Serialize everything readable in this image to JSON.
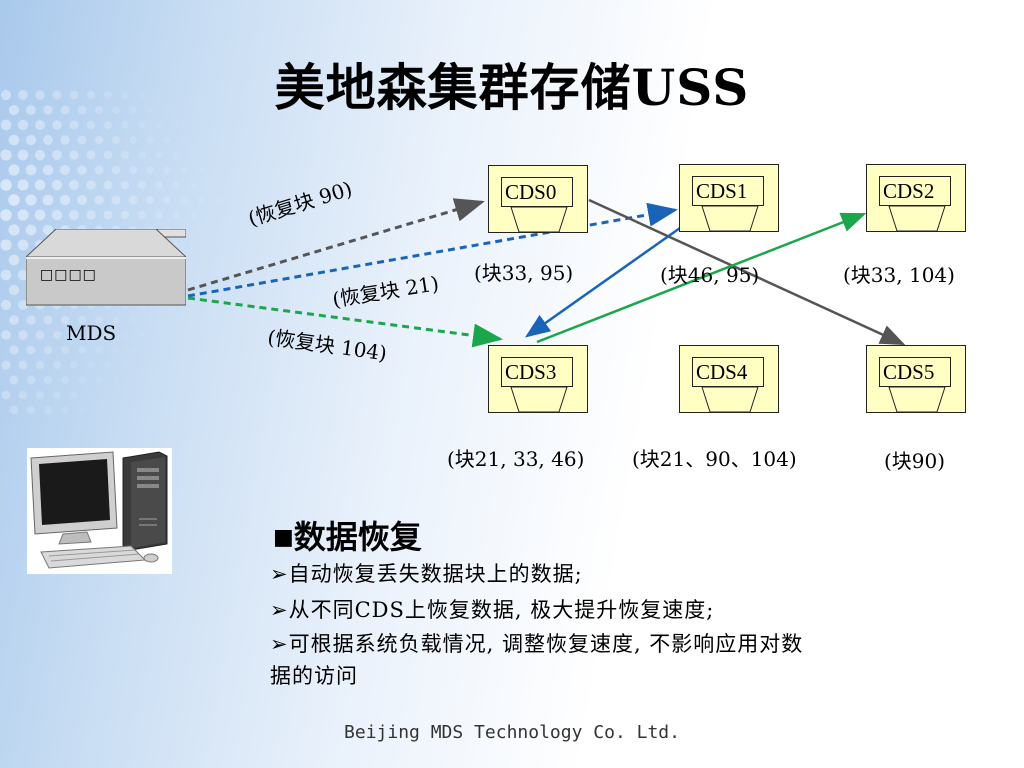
{
  "title": "美地森集群存储USS",
  "mds": {
    "label": "MDS",
    "lights": "□□□□"
  },
  "arrows": [
    {
      "label": "(恢复块 90)",
      "color": "#555555"
    },
    {
      "label": "(恢复块 21)",
      "color": "#1a64b8"
    },
    {
      "label": "(恢复块 104)",
      "color": "#1aa64a"
    }
  ],
  "nodes": [
    {
      "name": "CDS0",
      "blocks": "(块33, 95)"
    },
    {
      "name": "CDS1",
      "blocks": "(块46, 95)"
    },
    {
      "name": "CDS2",
      "blocks": "(块33, 104)"
    },
    {
      "name": "CDS3",
      "blocks": "(块21, 33, 46)"
    },
    {
      "name": "CDS4",
      "blocks": "(块21、90、104)"
    },
    {
      "name": "CDS5",
      "blocks": "(块90)"
    }
  ],
  "section": {
    "marker": "■",
    "heading": "数据恢复",
    "bullet_marker": "➢",
    "bullets": [
      "自动恢复丢失数据块上的数据;",
      "从不同CDS上恢复数据, 极大提升恢复速度;",
      "可根据系统负载情况, 调整恢复速度, 不影响应用对数",
      "据的访问"
    ]
  },
  "footer": "Beijing MDS Technology Co. Ltd.",
  "colors": {
    "node_fill": "#ffffc4",
    "gray_arrow": "#555555",
    "blue_arrow": "#1a64b8",
    "green_arrow": "#1aa64a"
  }
}
